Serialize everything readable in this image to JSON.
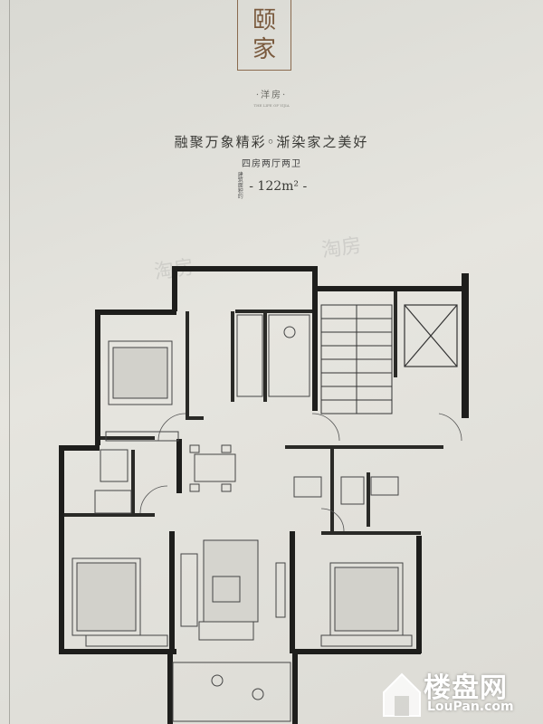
{
  "header": {
    "brand_char_1": "颐",
    "brand_char_2": "家",
    "category": "·洋房·",
    "fine_print": "THE LIFE OF YIJIA"
  },
  "tagline": "融聚万象精彩◦渐染家之美好",
  "unit": {
    "layout": "四房两厅两卫",
    "area_label": "建筑面积约",
    "area_value": "- 122m² -"
  },
  "watermarks": {
    "primary": "淘房",
    "secondary": "淘房"
  },
  "brand": {
    "name": "楼盘网",
    "url": "LouPan.com"
  },
  "colors": {
    "wall": "#1e1e1c",
    "title_accent": "#7a5a3e",
    "background": "#e2e1db"
  }
}
